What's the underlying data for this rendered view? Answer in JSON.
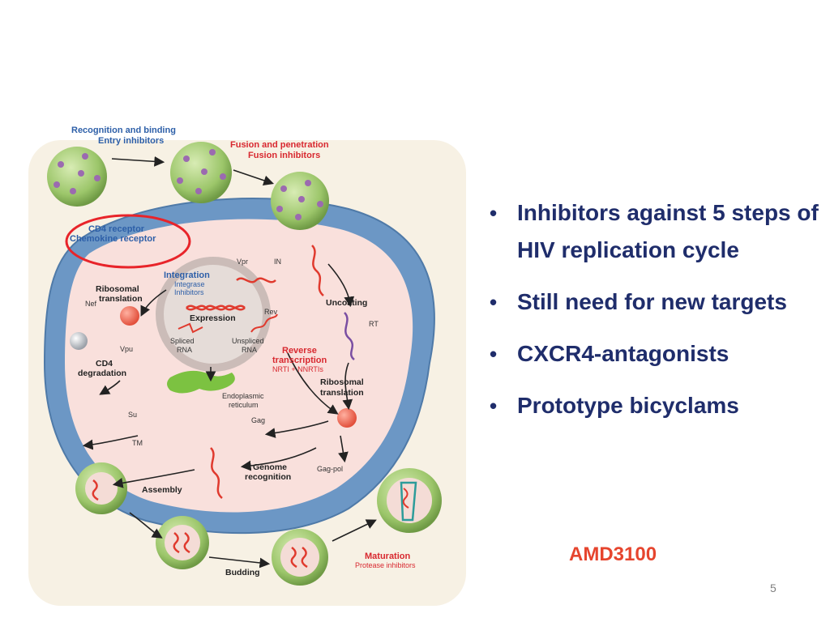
{
  "diagram": {
    "labels": {
      "recognition": "Recognition and binding",
      "entry_inhibitors": "Entry inhibitors",
      "fusion": "Fusion and penetration",
      "fusion_inhibitors": "Fusion inhibitors",
      "cd4_receptor": "CD4 receptor",
      "chemokine_receptor": "Chemokine receptor",
      "integration": "Integration",
      "integrase": "Integrase",
      "inhibitors": "Inhibitors",
      "vpr": "Vpr",
      "in": "IN",
      "uncoating": "Uncoating",
      "rt": "RT",
      "ribosomal_top": "Ribosomal",
      "translation_top": "translation",
      "nef": "Nef",
      "expression": "Expression",
      "rev": "Rev",
      "spliced": "Spliced",
      "spliced_rna": "RNA",
      "unspliced": "Unspliced",
      "unspliced_rna": "RNA",
      "vpu": "Vpu",
      "reverse": "Reverse",
      "transcription": "transcription",
      "nrti": "NRTI + NNRTIs",
      "cd4": "CD4",
      "degradation": "degradation",
      "er1": "Endoplasmic",
      "er2": "reticulum",
      "ribosomal_right": "Ribosomal",
      "translation_right": "translation",
      "su": "Su",
      "tm": "TM",
      "gag": "Gag",
      "genome1": "Genome",
      "genome2": "recognition",
      "gagpol": "Gag-pol",
      "assembly": "Assembly",
      "budding": "Budding",
      "maturation": "Maturation",
      "protease": "Protease inhibitors"
    }
  },
  "bullets": [
    "Inhibitors against 5 steps of HIV replication cycle",
    "Still need for new targets",
    "CXCR4-antagonists",
    "Prototype bicyclams"
  ],
  "bullet_glyph": "•",
  "amd": "AMD3100",
  "page_number": "5"
}
